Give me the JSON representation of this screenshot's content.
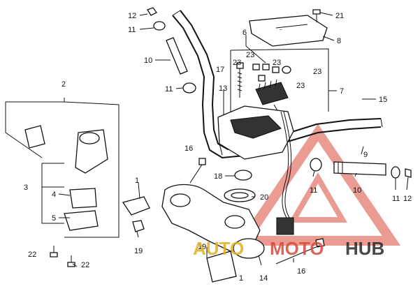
{
  "callouts": [
    "1",
    "1",
    "2",
    "3",
    "4",
    "5",
    "6",
    "7",
    "8",
    "9",
    "10",
    "10",
    "11",
    "11",
    "11",
    "11",
    "12",
    "12",
    "13",
    "14",
    "15",
    "16",
    "16",
    "17",
    "18",
    "19",
    "19",
    "20",
    "21",
    "22",
    "22",
    "23",
    "23",
    "23",
    "23",
    "23"
  ],
  "watermark": {
    "auto": "AUTO",
    "moto": "MOTO",
    "hub": "HUB",
    "colors": {
      "auto": "#e0b020",
      "moto": "#d94a3a",
      "hub": "#2a2a2a",
      "triangle": "#d94a3a"
    }
  }
}
